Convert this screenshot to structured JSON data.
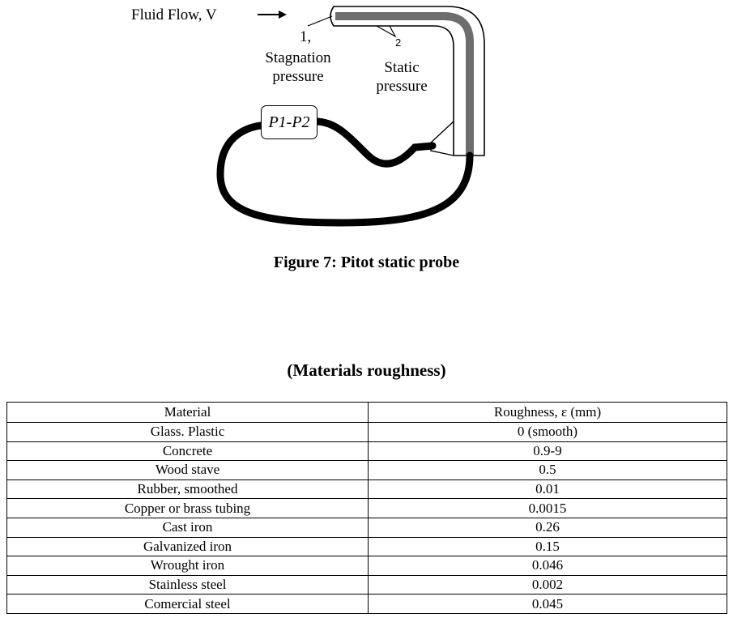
{
  "figure": {
    "flow_label": "Fluid Flow, V",
    "point1_label": "1,",
    "stagnation_line1": "Stagnation",
    "stagnation_line2": "pressure",
    "point2_label": "2",
    "static_line1": "Static",
    "static_line2": "pressure",
    "diff_label": "P1-P2",
    "caption": "Figure 7: Pitot static probe"
  },
  "table": {
    "title": "(Materials roughness)",
    "headers": [
      "Material",
      "Roughness, ε (mm)"
    ],
    "rows": [
      [
        "Glass. Plastic",
        "0 (smooth)"
      ],
      [
        "Concrete",
        "0.9-9"
      ],
      [
        "Wood stave",
        "0.5"
      ],
      [
        "Rubber, smoothed",
        "0.01"
      ],
      [
        "Copper or brass tubing",
        "0.0015"
      ],
      [
        "Cast iron",
        "0.26"
      ],
      [
        "Galvanized iron",
        "0.15"
      ],
      [
        "Wrought iron",
        "0.046"
      ],
      [
        "Stainless steel",
        "0.002"
      ],
      [
        "Comercial steel",
        "0.045"
      ]
    ]
  }
}
